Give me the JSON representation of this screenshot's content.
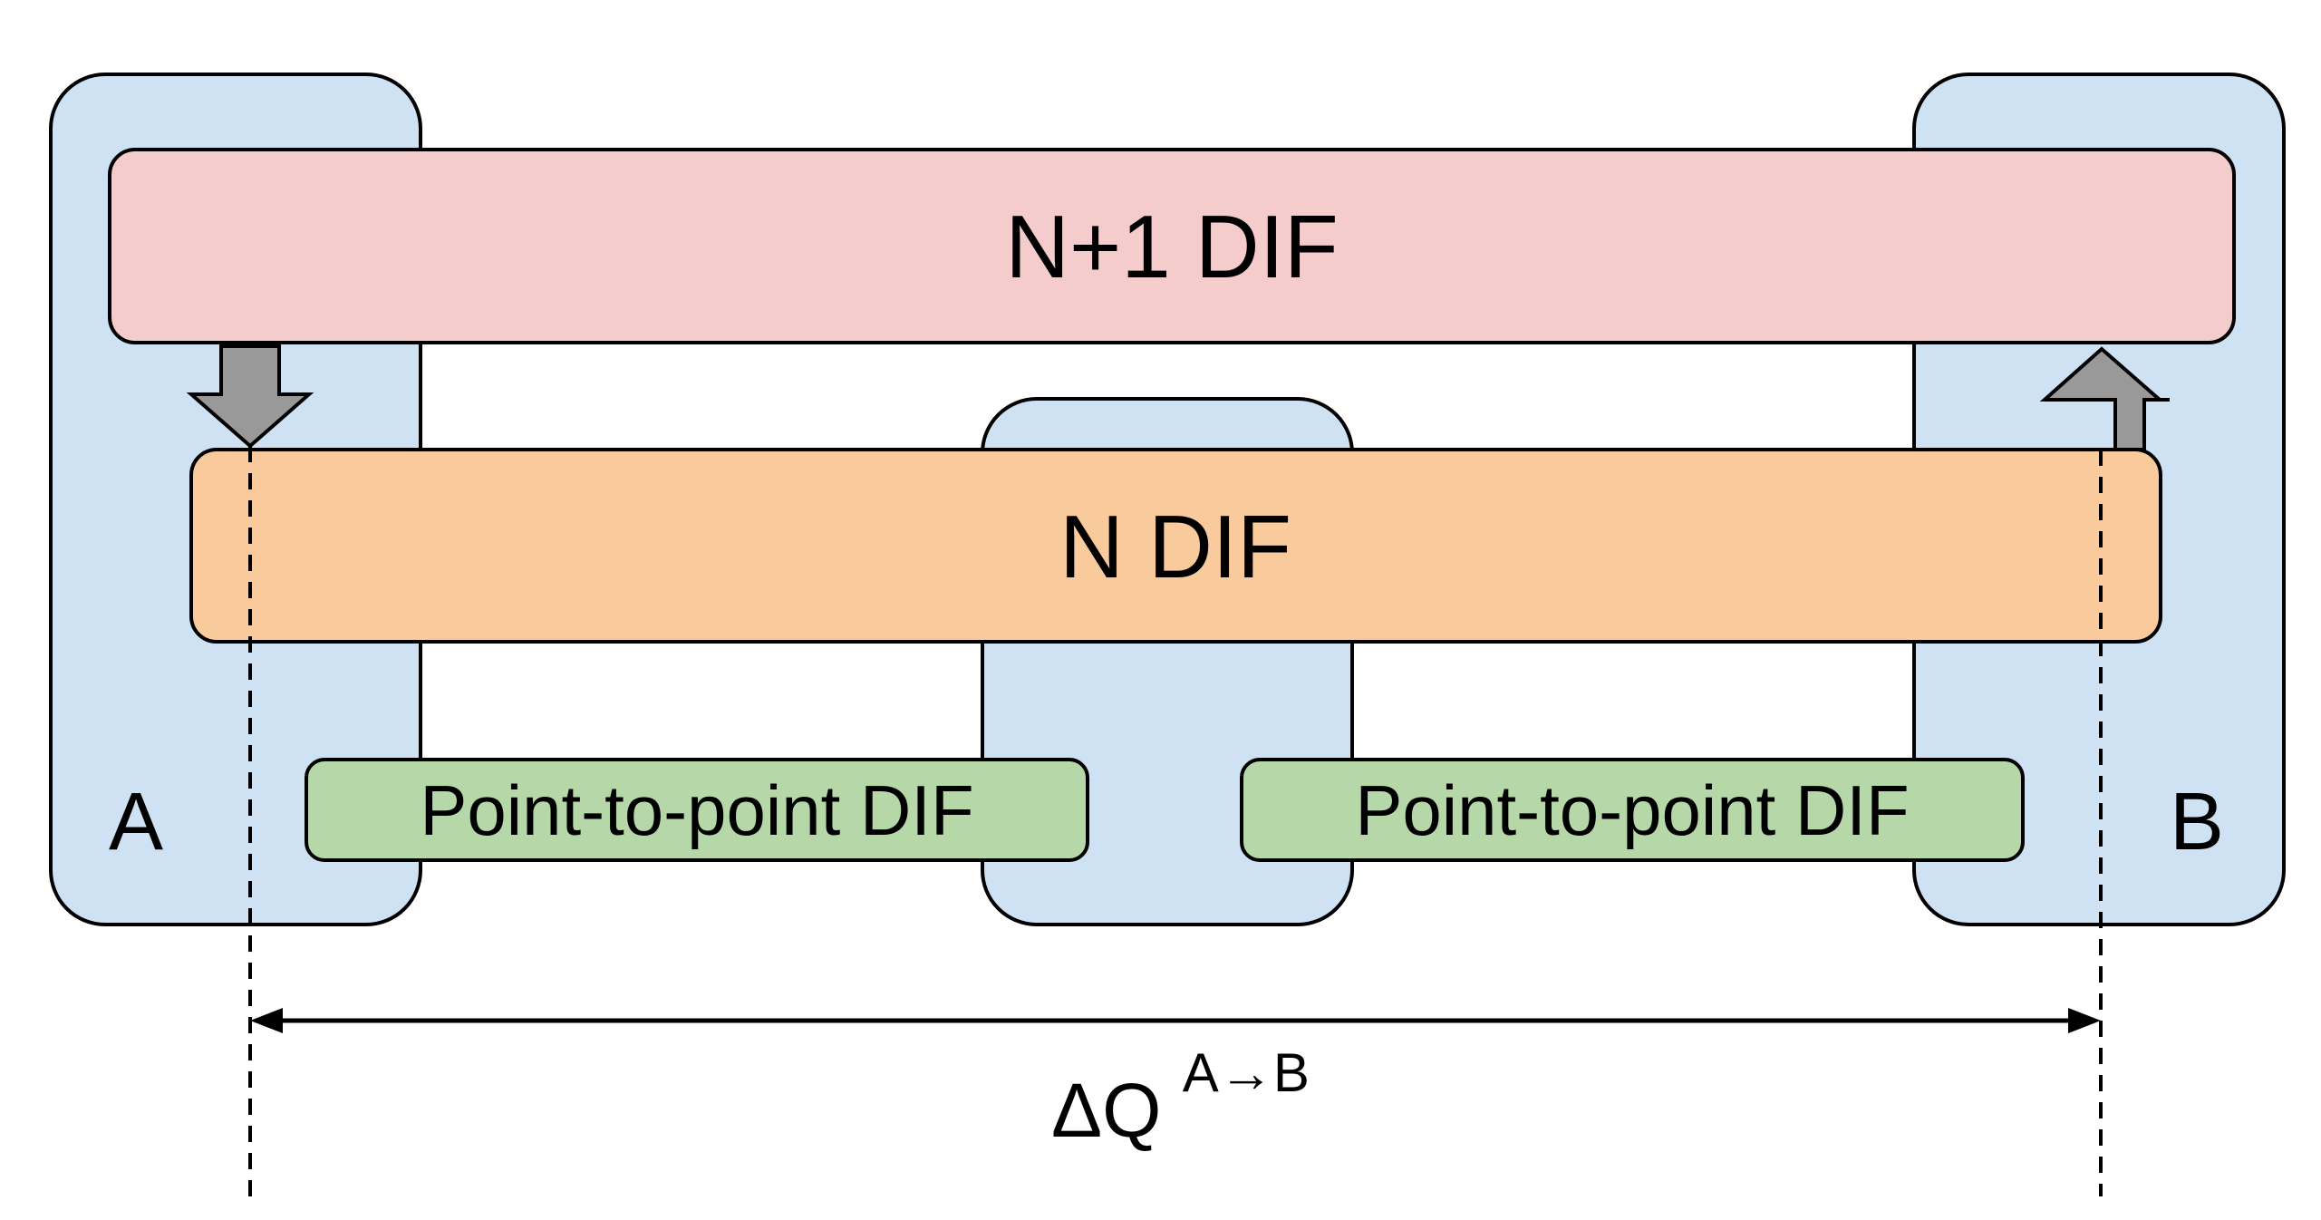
{
  "layers": {
    "n_plus_1": {
      "label": "N+1 DIF"
    },
    "n": {
      "label": "N DIF"
    },
    "p2p_left": {
      "label": "Point-to-point DIF"
    },
    "p2p_right": {
      "label": "Point-to-point DIF"
    }
  },
  "nodes": {
    "a": {
      "label": "A"
    },
    "b": {
      "label": "B"
    }
  },
  "measure": {
    "symbol": "ΔQ",
    "superscript": "A→B"
  },
  "colors": {
    "node_fill": "#cfe2f3",
    "n_plus_1_fill": "#f4cccc",
    "n_fill": "#f9cb9c",
    "p2p_fill": "#b6d7a8",
    "arrow_fill": "#999999",
    "stroke": "#000000"
  }
}
